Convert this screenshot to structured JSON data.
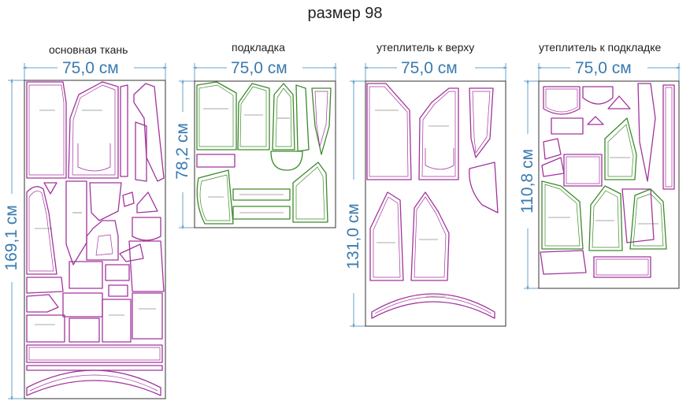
{
  "title": "размер 98",
  "colors": {
    "dimension": "#3a7bb0",
    "main_fabric_piece": "#a2349c",
    "lining_piece": "#3c8a2a",
    "frame": "#333333",
    "dimension_line": "#6aa0c8"
  },
  "layouts": [
    {
      "id": "main",
      "label": "основная ткань",
      "width": "75,0 см",
      "height": "169,1 см"
    },
    {
      "id": "lining",
      "label": "подкладка",
      "width": "75,0 см",
      "height": "78,2 см"
    },
    {
      "id": "insul-top",
      "label": "утеплитель к верху",
      "width": "75,0 см",
      "height": "131,0 см"
    },
    {
      "id": "insul-lining",
      "label": "утеплитель к подкладке",
      "width": "75,0 см",
      "height": "110,8 см"
    }
  ]
}
